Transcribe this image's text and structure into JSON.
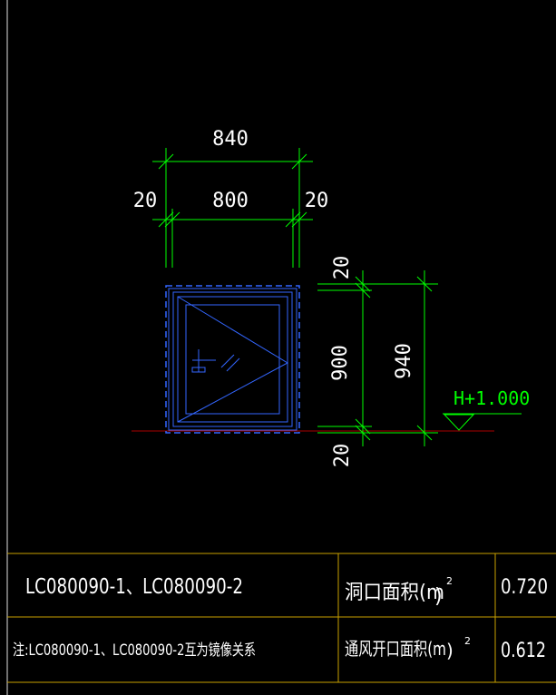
{
  "dimensions": {
    "overall_width": "840",
    "inner_width": "800",
    "left_margin": "20",
    "right_margin": "20",
    "top_margin": "20",
    "inner_height": "900",
    "overall_height": "940",
    "bottom_margin": "20"
  },
  "elevation": {
    "label": "H+1.000"
  },
  "table": {
    "row1": {
      "name": "LC080090-1、LC080090-2",
      "attr": "洞口面积(m",
      "sup": "2",
      "value": "0.720"
    },
    "row2": {
      "name": "注:LC080090-1、LC080090-2互为镜像关系",
      "attr": "通风开口面积(m",
      "sup": "2",
      "value": "0.612"
    }
  },
  "colors": {
    "frame": "#3366ff",
    "dimension": "#00ff00",
    "table_line": "#c8a000",
    "text": "#ffffff",
    "baseline": "#aa0000"
  }
}
